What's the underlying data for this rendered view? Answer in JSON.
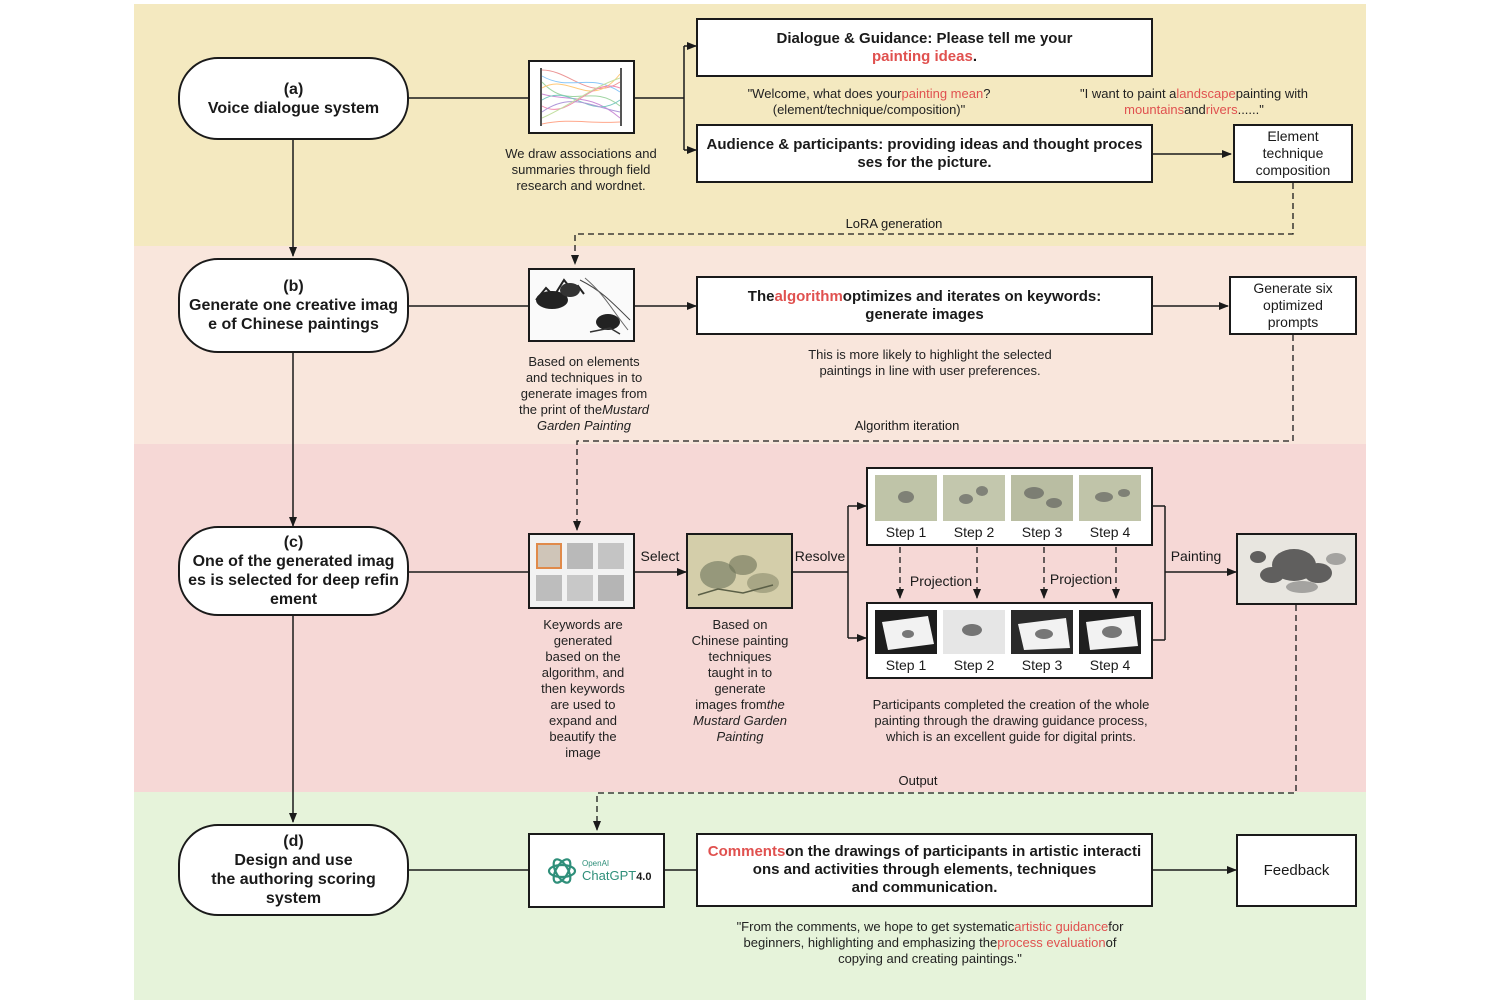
{
  "rows": {
    "a": {
      "label": "(a)",
      "title": "Voice dialogue system"
    },
    "b": {
      "label": "(b)",
      "title_l1": "Generate one creative imag",
      "title_l2": "e of Chinese paintings"
    },
    "c": {
      "label": "(c)",
      "title_l1": "One of the generated imag",
      "title_l2": "es is selected for deep refin",
      "title_l3": "ement"
    },
    "d": {
      "label": "(d)",
      "title_l1": "Design and use",
      "title_l2": "the authoring scoring",
      "title_l3": "system"
    }
  },
  "section_a": {
    "dialogue_l1": "Dialogue & Guidance: Please tell me your",
    "dialogue_red": "painting ideas",
    "dialogue_end": ".",
    "quote1_a": "\"Welcome, what does your",
    "quote1_red": "painting mean",
    "quote1_b": "?",
    "quote1_l2": "(element/technique/composition)\"",
    "quote2_a": "\"I want to paint a",
    "quote2_red1": "landscape",
    "quote2_b": "painting with",
    "quote2_red2": "mountains",
    "quote2_c": "and",
    "quote2_red3": "rivers",
    "quote2_d": "......\"",
    "audience_l1": "Audience & participants: providing ideas and thought proces",
    "audience_l2": "ses for the picture.",
    "element_l1": "Element",
    "element_l2": "technique",
    "element_l3": "composition",
    "wordnet_l1": "We draw associations and",
    "wordnet_l2": "summaries through field",
    "wordnet_l3": "research and wordnet.",
    "lora": "LoRA generation"
  },
  "section_b": {
    "algo_a": "The",
    "algo_red": "algorithm",
    "algo_b": "optimizes and iterates on keywords:",
    "algo_l2": "generate images",
    "likely_l1": "This is more likely to highlight the selected",
    "likely_l2": "paintings in line with user preferences.",
    "six_l1": "Generate six",
    "six_l2": "optimized",
    "six_l3": "prompts",
    "based_l1": "Based on elements",
    "based_l2": "and techniques in to",
    "based_l3": "generate images from",
    "based_l4a": "the print of the",
    "based_l4it": "Mustard",
    "based_l5it": "Garden Painting",
    "iteration": "Algorithm iteration"
  },
  "section_c": {
    "select": "Select",
    "resolve": "Resolve",
    "painting": "Painting",
    "projection": "Projection",
    "steps": [
      "Step 1",
      "Step 2",
      "Step 3",
      "Step 4"
    ],
    "keywords_lines": [
      "Keywords are",
      "generated",
      "based on the",
      "algorithm, and",
      "then keywords",
      "are used to",
      "expand and",
      "beautify the",
      "image"
    ],
    "based_lines": [
      "Based on",
      "Chinese painting",
      "techniques",
      "taught in to",
      "generate"
    ],
    "based_l6a": "images from",
    "based_l6it": "the",
    "based_l7it": "Mustard Garden",
    "based_l8it": "Painting",
    "participants_l1": "Participants completed the creation of the whole",
    "participants_l2": "painting through the drawing guidance process,",
    "participants_l3": "which is an excellent guide for digital prints.",
    "output": "Output"
  },
  "section_d": {
    "openai": "OpenAI",
    "chatgpt": "ChatGPT",
    "version": "4.0",
    "comments_red": "Comments",
    "comments_a": "on the drawings of participants in artistic interacti",
    "comments_l2": "ons and activities through elements, techniques",
    "comments_l3": "and communication.",
    "feedback": "Feedback",
    "quote_a": "\"From the comments, we hope to get systematic",
    "quote_red1": "artistic guidance",
    "quote_b": "for",
    "quote_l2a": "beginners, highlighting and emphasizing the",
    "quote_red2": "process evaluation",
    "quote_l2b": "of",
    "quote_l3": "copying and creating paintings.\""
  },
  "colors": {
    "band_a": "#f4e9c0",
    "band_b": "#f9e6dc",
    "band_c": "#f6d8d6",
    "band_d": "#e6f3da",
    "accent_red": "#e0514f",
    "chatgpt_green": "#2f8f7a"
  }
}
